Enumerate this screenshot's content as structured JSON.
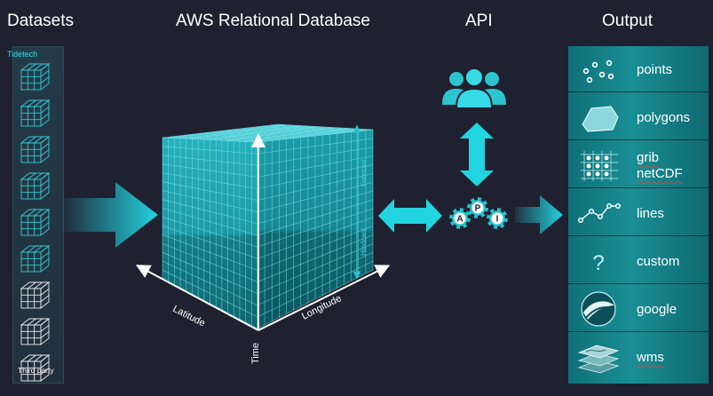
{
  "headers": {
    "datasets": "Datasets",
    "database": "AWS Relational Database",
    "api": "API",
    "output": "Output"
  },
  "datasets": {
    "top_label": "Tidetech",
    "bottom_label": "Third party",
    "tidetech_cube_count": 6,
    "third_party_cube_count": 3
  },
  "cube_axes": {
    "x": "Latitude",
    "y": "Longitude",
    "z": "Time",
    "upper": "Forecast",
    "lower": "Hindcast"
  },
  "api_gears": [
    "A",
    "P",
    "I"
  ],
  "outputs": [
    {
      "label": "points",
      "icon": "scatter-points-icon"
    },
    {
      "label": "polygons",
      "icon": "polygon-icon"
    },
    {
      "label": "grib",
      "label2": "netCDF",
      "icon": "grid-dots-icon"
    },
    {
      "label": "lines",
      "icon": "line-chart-icon"
    },
    {
      "label": "custom",
      "icon": "question-mark-icon"
    },
    {
      "label": "google",
      "icon": "google-earth-icon"
    },
    {
      "label": "wms",
      "icon": "map-layers-icon"
    }
  ],
  "colors": {
    "background": "#1f2130",
    "accent": "#22d3e0",
    "cube_face": "#1b9aa6",
    "panel": "#147e86"
  }
}
